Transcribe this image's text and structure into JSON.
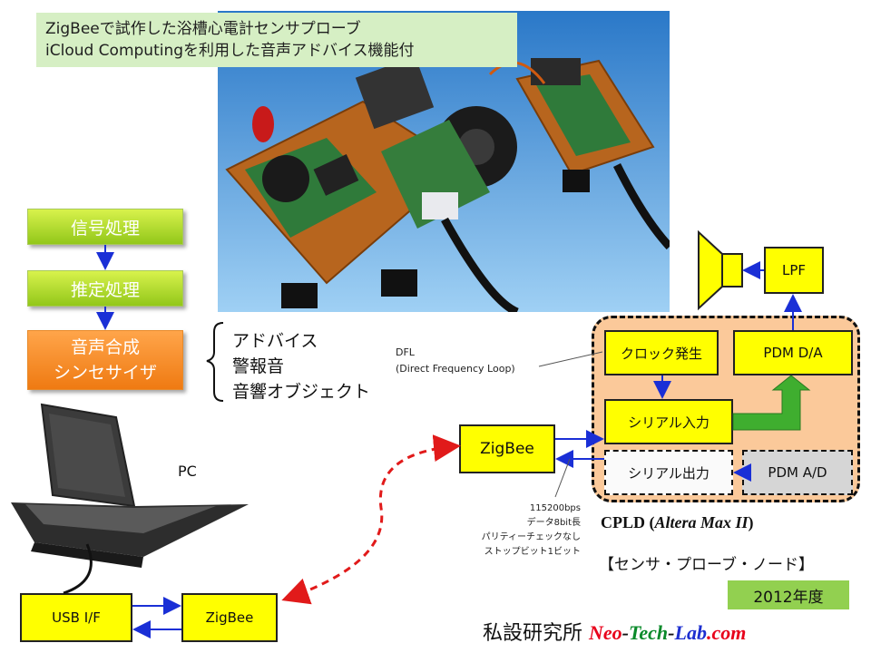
{
  "title": {
    "line1": "ZigBeeで試作した浴槽心電計センサプローブ",
    "line2": "iCloud Computingを利用した音声アドバイス機能付"
  },
  "flow": {
    "signal": "信号処理",
    "estimate": "推定処理",
    "synth_line1": "音声合成",
    "synth_line2": "シンセサイザ"
  },
  "outputs": [
    "アドバイス",
    "警報音",
    "音響オブジェクト"
  ],
  "dfl": {
    "line1": "DFL",
    "line2": "(Direct Frequency  Loop)"
  },
  "blocks": {
    "clock": "クロック発生",
    "pdm_da": "PDM  D/A",
    "serial_in": "シリアル入力",
    "serial_out": "シリアル出力",
    "pdm_ad": "PDM   A/D",
    "lpf": "LPF",
    "zigbee_node": "ZigBee",
    "zigbee_pc": "ZigBee",
    "usb": "USB   I/F"
  },
  "serial_spec": [
    "115200bps",
    "データ8bit長",
    "パリティーチェックなし",
    "ストップビット1ビット"
  ],
  "cpld": {
    "prefix": "CPLD (",
    "italic": "Altera Max II",
    "suffix": ")"
  },
  "node_label": "【センサ・プローブ・ノード】",
  "year": "2012年度",
  "pc_label": "PC",
  "footer": {
    "org": "私設研究所 ",
    "neo": "Neo",
    "dash1": "-",
    "tech": "Tech",
    "dash2": "-",
    "lab": "Lab",
    "com": ".com"
  },
  "colors": {
    "cpld_fill": "#fbc99a",
    "yellow": "#ffff00",
    "arrow_blue": "#1a2fd6",
    "arrow_red": "#e11a1a",
    "arrow_green": "#3fae2f",
    "neo": "#e8001a",
    "tech": "#0a8a2a",
    "lab": "#1d2fd0"
  },
  "icons": [
    "speaker-icon",
    "laptop-icon",
    "photo-hardware"
  ]
}
